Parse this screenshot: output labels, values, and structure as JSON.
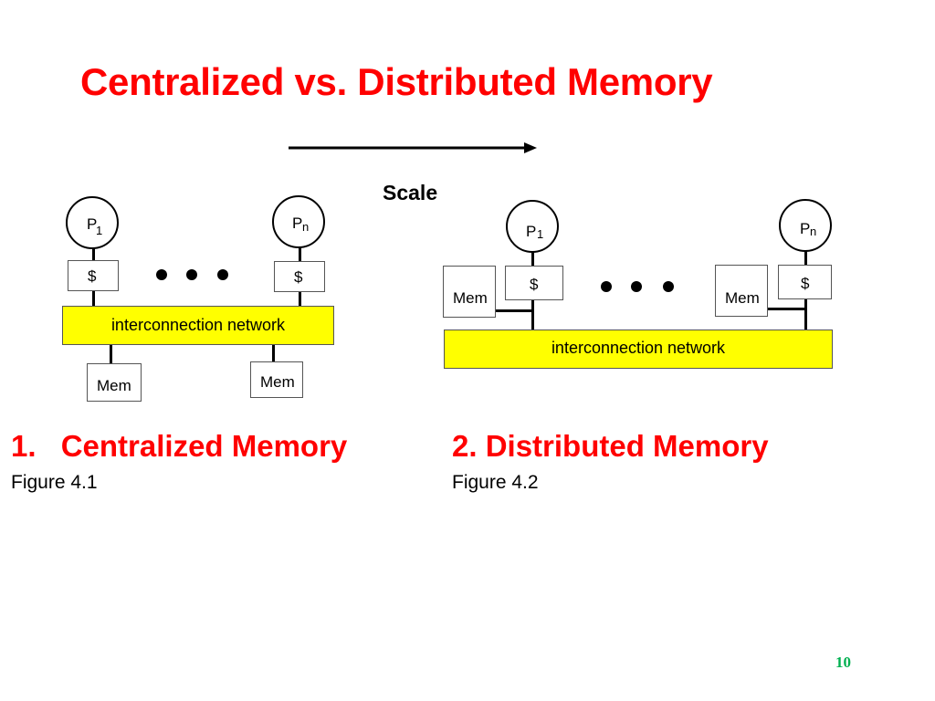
{
  "slide": {
    "title": "Centralized vs. Distributed Memory",
    "scale_label": "Scale",
    "page_number": "10"
  },
  "centralized": {
    "p1_letter": "P",
    "p1_sub": "1",
    "pn_letter": "P",
    "pn_sub": "n",
    "cache_label": "$",
    "network_label": "interconnection network",
    "mem_label": "Mem",
    "heading_number": "1.",
    "heading_text": "Centralized Memory",
    "figure": "Figure 4.1"
  },
  "distributed": {
    "p1_letter": "P",
    "p1_sub": "1",
    "pn_letter": "P",
    "pn_sub": "n",
    "cache_label": "$",
    "mem_label": "Mem",
    "network_label": "interconnection network",
    "heading": "2. Distributed Memory",
    "figure": "Figure 4.2"
  },
  "colors": {
    "title": "#ff0000",
    "network_fill": "#ffff00",
    "page_number": "#00b050"
  }
}
